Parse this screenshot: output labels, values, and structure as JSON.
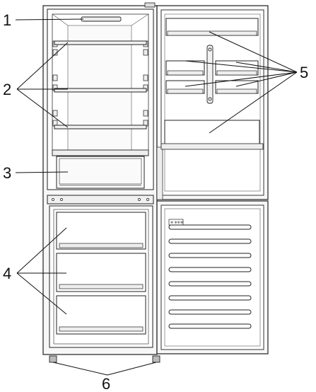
{
  "callouts": {
    "label_1": "1",
    "label_2": "2",
    "label_3": "3",
    "label_4": "4",
    "label_5": "5",
    "label_6": "6"
  },
  "panel_badge": "❄ ❄❄❄",
  "colors": {
    "line": "#222222",
    "frame": "#f4f4f4",
    "interior": "#ffffff",
    "shelf": "#e8e8e8"
  }
}
